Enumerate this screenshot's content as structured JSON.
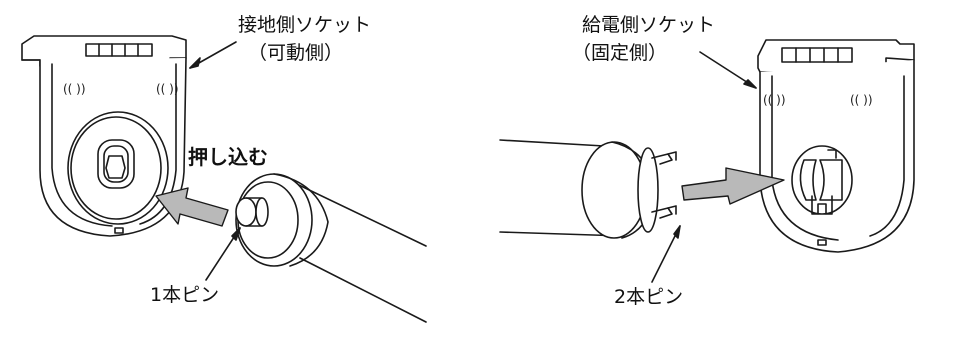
{
  "labels": {
    "ground_socket": "接地側ソケット",
    "ground_socket_sub": "（可動側）",
    "push_in": "押し込む",
    "one_pin": "1本ピン",
    "power_socket": "給電側ソケット",
    "power_socket_sub": "（固定側）",
    "two_pin": "2本ピン"
  },
  "colors": {
    "line": "#1a1a1a",
    "arrow_fill": "#b9b9b9",
    "background": "#ffffff"
  }
}
